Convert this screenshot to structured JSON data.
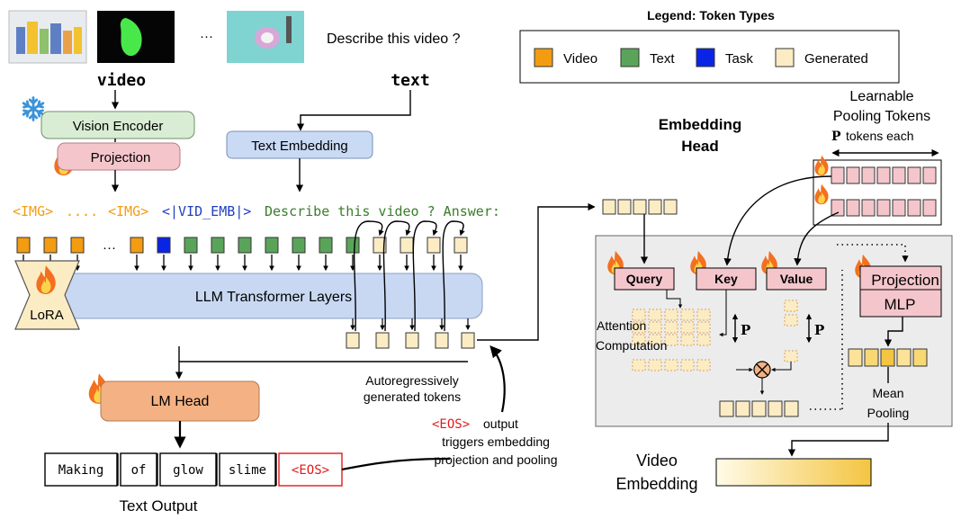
{
  "colors": {
    "video_token": "#f39c12",
    "text_token": "#5aa45a",
    "task_token": "#0a24e6",
    "generated_token": "#fcecc4",
    "pooling_token": "#f4c6cb",
    "llm_box": "#c8d8f2",
    "lm_head": "#f4b183",
    "vision_encoder": "#d9ecd4",
    "projection": "#f4c6cb",
    "text_embedding": "#c9daf4",
    "head_panel": "#ececec",
    "eos_red": "#e21a1a",
    "prompt_orange": "#f39c12",
    "prompt_blue": "#1f3fbf",
    "prompt_green": "#3a7d2c",
    "embedding_gradient_start": "#fffbe8",
    "embedding_gradient_end": "#f4c542"
  },
  "icons": {
    "frozen": "snowflake-icon",
    "trainable": "flame-icon"
  },
  "inputs": {
    "video_label": "video",
    "frames_ellipsis": "···",
    "question": "Describe this video ?",
    "text_label": "text"
  },
  "blocks": {
    "vision_encoder": "Vision Encoder",
    "projection": "Projection",
    "text_embedding": "Text Embedding",
    "llm": "LLM Transformer Layers",
    "lora": "LoRA",
    "lm_head": "LM Head"
  },
  "prompt": {
    "img_start": "<IMG>",
    "img_dots": "....",
    "img_end": "<IMG>",
    "vid_emb": "<|VID_EMB|>",
    "instruction": "Describe this video ? Answer:"
  },
  "sequence": {
    "ellipsis": "···",
    "generated_caption_line1": "Autoregressively",
    "generated_caption_line2": "generated tokens"
  },
  "output": {
    "tokens": [
      "Making",
      "of",
      "glow",
      "slime",
      "<EOS>"
    ],
    "label": "Text Output",
    "eos_token": "<EOS>",
    "eos_note_suffix": "output",
    "eos_note_line2": "triggers embedding",
    "eos_note_line3": "projection and pooling"
  },
  "legend": {
    "title": "Legend: Token Types",
    "items": [
      "Video",
      "Text",
      "Task",
      "Generated"
    ]
  },
  "embedding_head": {
    "title_line1": "Embedding",
    "title_line2": "Head",
    "pool_title_line1": "Learnable",
    "pool_title_line2": "Pooling Tokens",
    "p_symbol": "P",
    "p_tokens_suffix": "tokens each",
    "query": "Query",
    "key": "Key",
    "value": "Value",
    "projection": "Projection",
    "mlp": "MLP",
    "attention_line1": "Attention",
    "attention_line2": "Computation",
    "mean_line1": "Mean",
    "mean_line2": "Pooling",
    "video_emb_line1": "Video",
    "video_emb_line2": "Embedding"
  }
}
